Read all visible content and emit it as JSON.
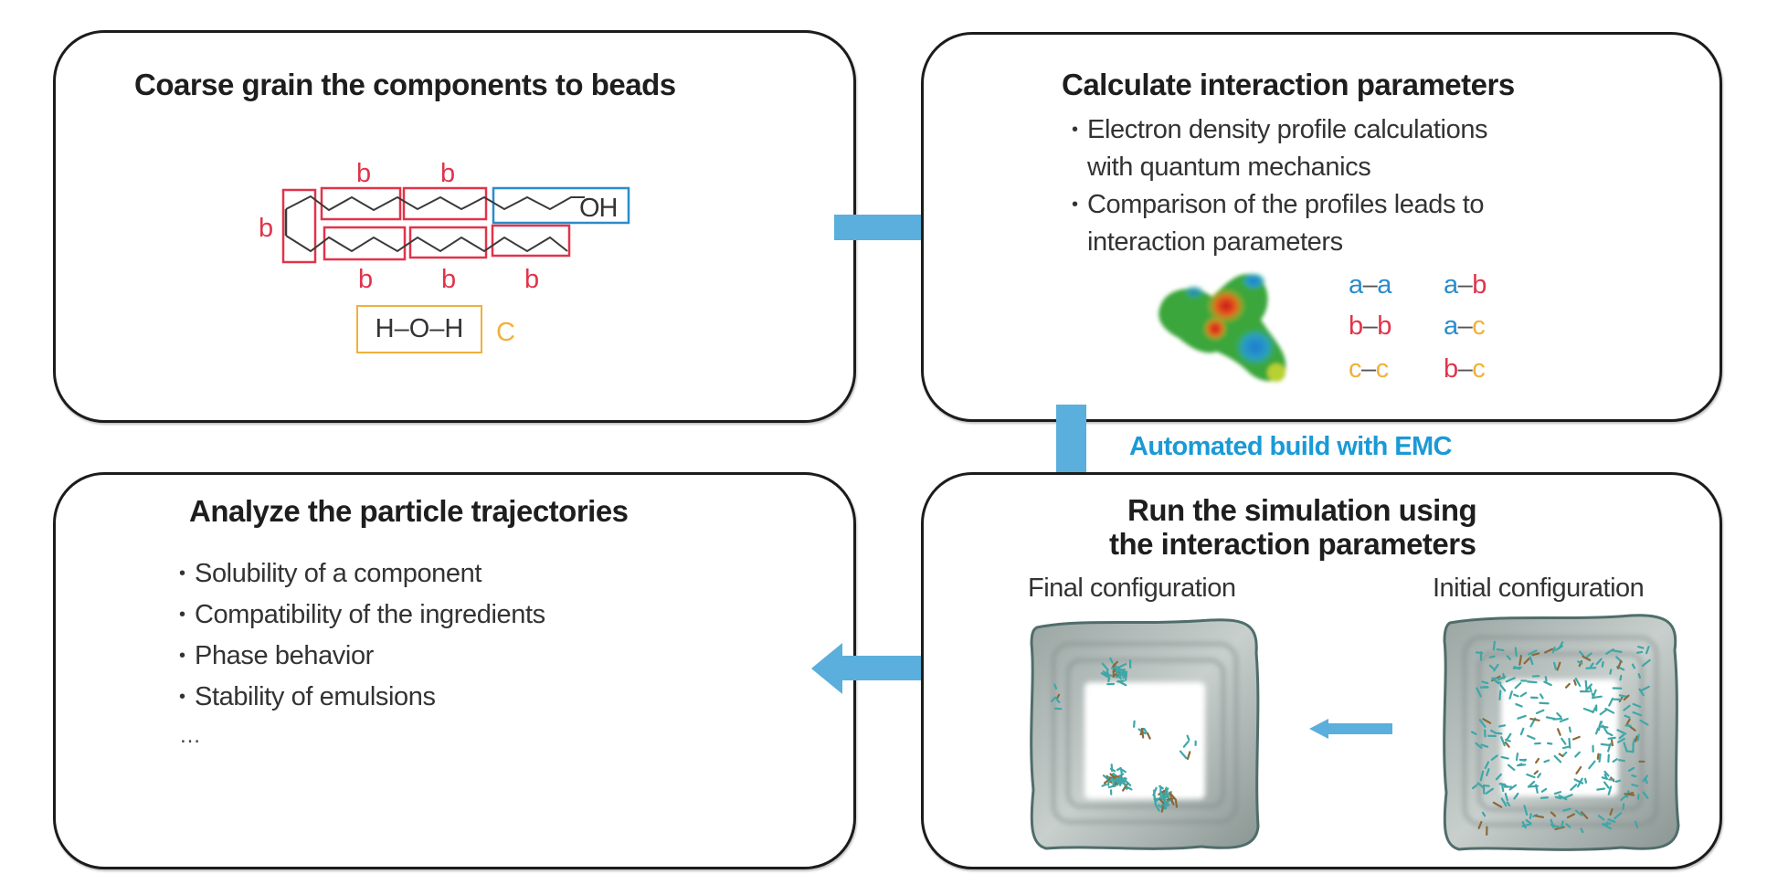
{
  "colors": {
    "arrow": "#5aafdc",
    "automation_text": "#1a9ad6",
    "bead_a": "#2a8ccb",
    "bead_b": "#e0344a",
    "bead_c": "#f0b13a",
    "panel_border": "#1c1c1c"
  },
  "panels": {
    "coarse_grain": {
      "title": "Coarse grain the components to beads",
      "molecule": {
        "hydroxyl_label": "OH",
        "bead_labels": [
          "b",
          "b",
          "b",
          "b",
          "b",
          "b"
        ],
        "water": {
          "formula": "H–O–H",
          "bead_label": "C"
        }
      }
    },
    "interaction": {
      "title": "Calculate interaction parameters",
      "bullets": [
        {
          "line1": "Electron density profile calculations",
          "line2": "with quantum mechanics"
        },
        {
          "line1": "Comparison of  the profiles leads to",
          "line2": "interaction parameters"
        }
      ],
      "electron_density_image": "electrostatic-potential-surface",
      "pairs": [
        {
          "left": "a",
          "right": "a"
        },
        {
          "left": "a",
          "right": "b"
        },
        {
          "left": "b",
          "right": "b"
        },
        {
          "left": "a",
          "right": "c"
        },
        {
          "left": "c",
          "right": "c"
        },
        {
          "left": "b",
          "right": "c"
        }
      ],
      "dash": "–"
    },
    "analyze": {
      "title": "Analyze the particle trajectories",
      "bullets": [
        "Solubility of a component",
        "Compatibility of the ingredients",
        "Phase behavior",
        "Stability of emulsions"
      ],
      "ellipsis": "…"
    },
    "simulation": {
      "title_line1": "Run the simulation using",
      "title_line2": "the interaction parameters",
      "final_label": "Final configuration",
      "initial_label": "Initial configuration"
    }
  },
  "connectors": {
    "automation_label": "Automated build with EMC",
    "bullet_char": "•"
  }
}
